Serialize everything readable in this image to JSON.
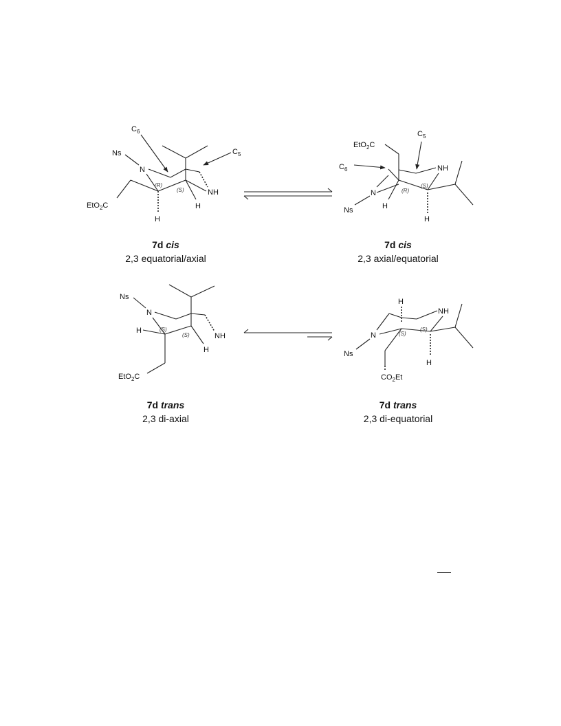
{
  "labels": {
    "Ns": "Ns",
    "N": "N",
    "NH": "NH",
    "H": "H",
    "C6": "C",
    "C5": "C",
    "sub6": "6",
    "sub5": "5",
    "R": "(R)",
    "S": "(S)",
    "EtO2C_a": "EtO",
    "EtO2C_b": "C",
    "two": "2",
    "CO2Et_a": "CO",
    "CO2Et_b": "Et"
  },
  "captions": {
    "top_left": {
      "name": "7d cis",
      "desc": "2,3 equatorial/axial"
    },
    "top_right": {
      "name": "7d cis",
      "desc": "2,3 axial/equatorial"
    },
    "bottom_left": {
      "name": "7d trans",
      "desc": "2,3 di-axial"
    },
    "bottom_right": {
      "name": "7d trans",
      "desc": "2,3 di-equatorial"
    }
  }
}
